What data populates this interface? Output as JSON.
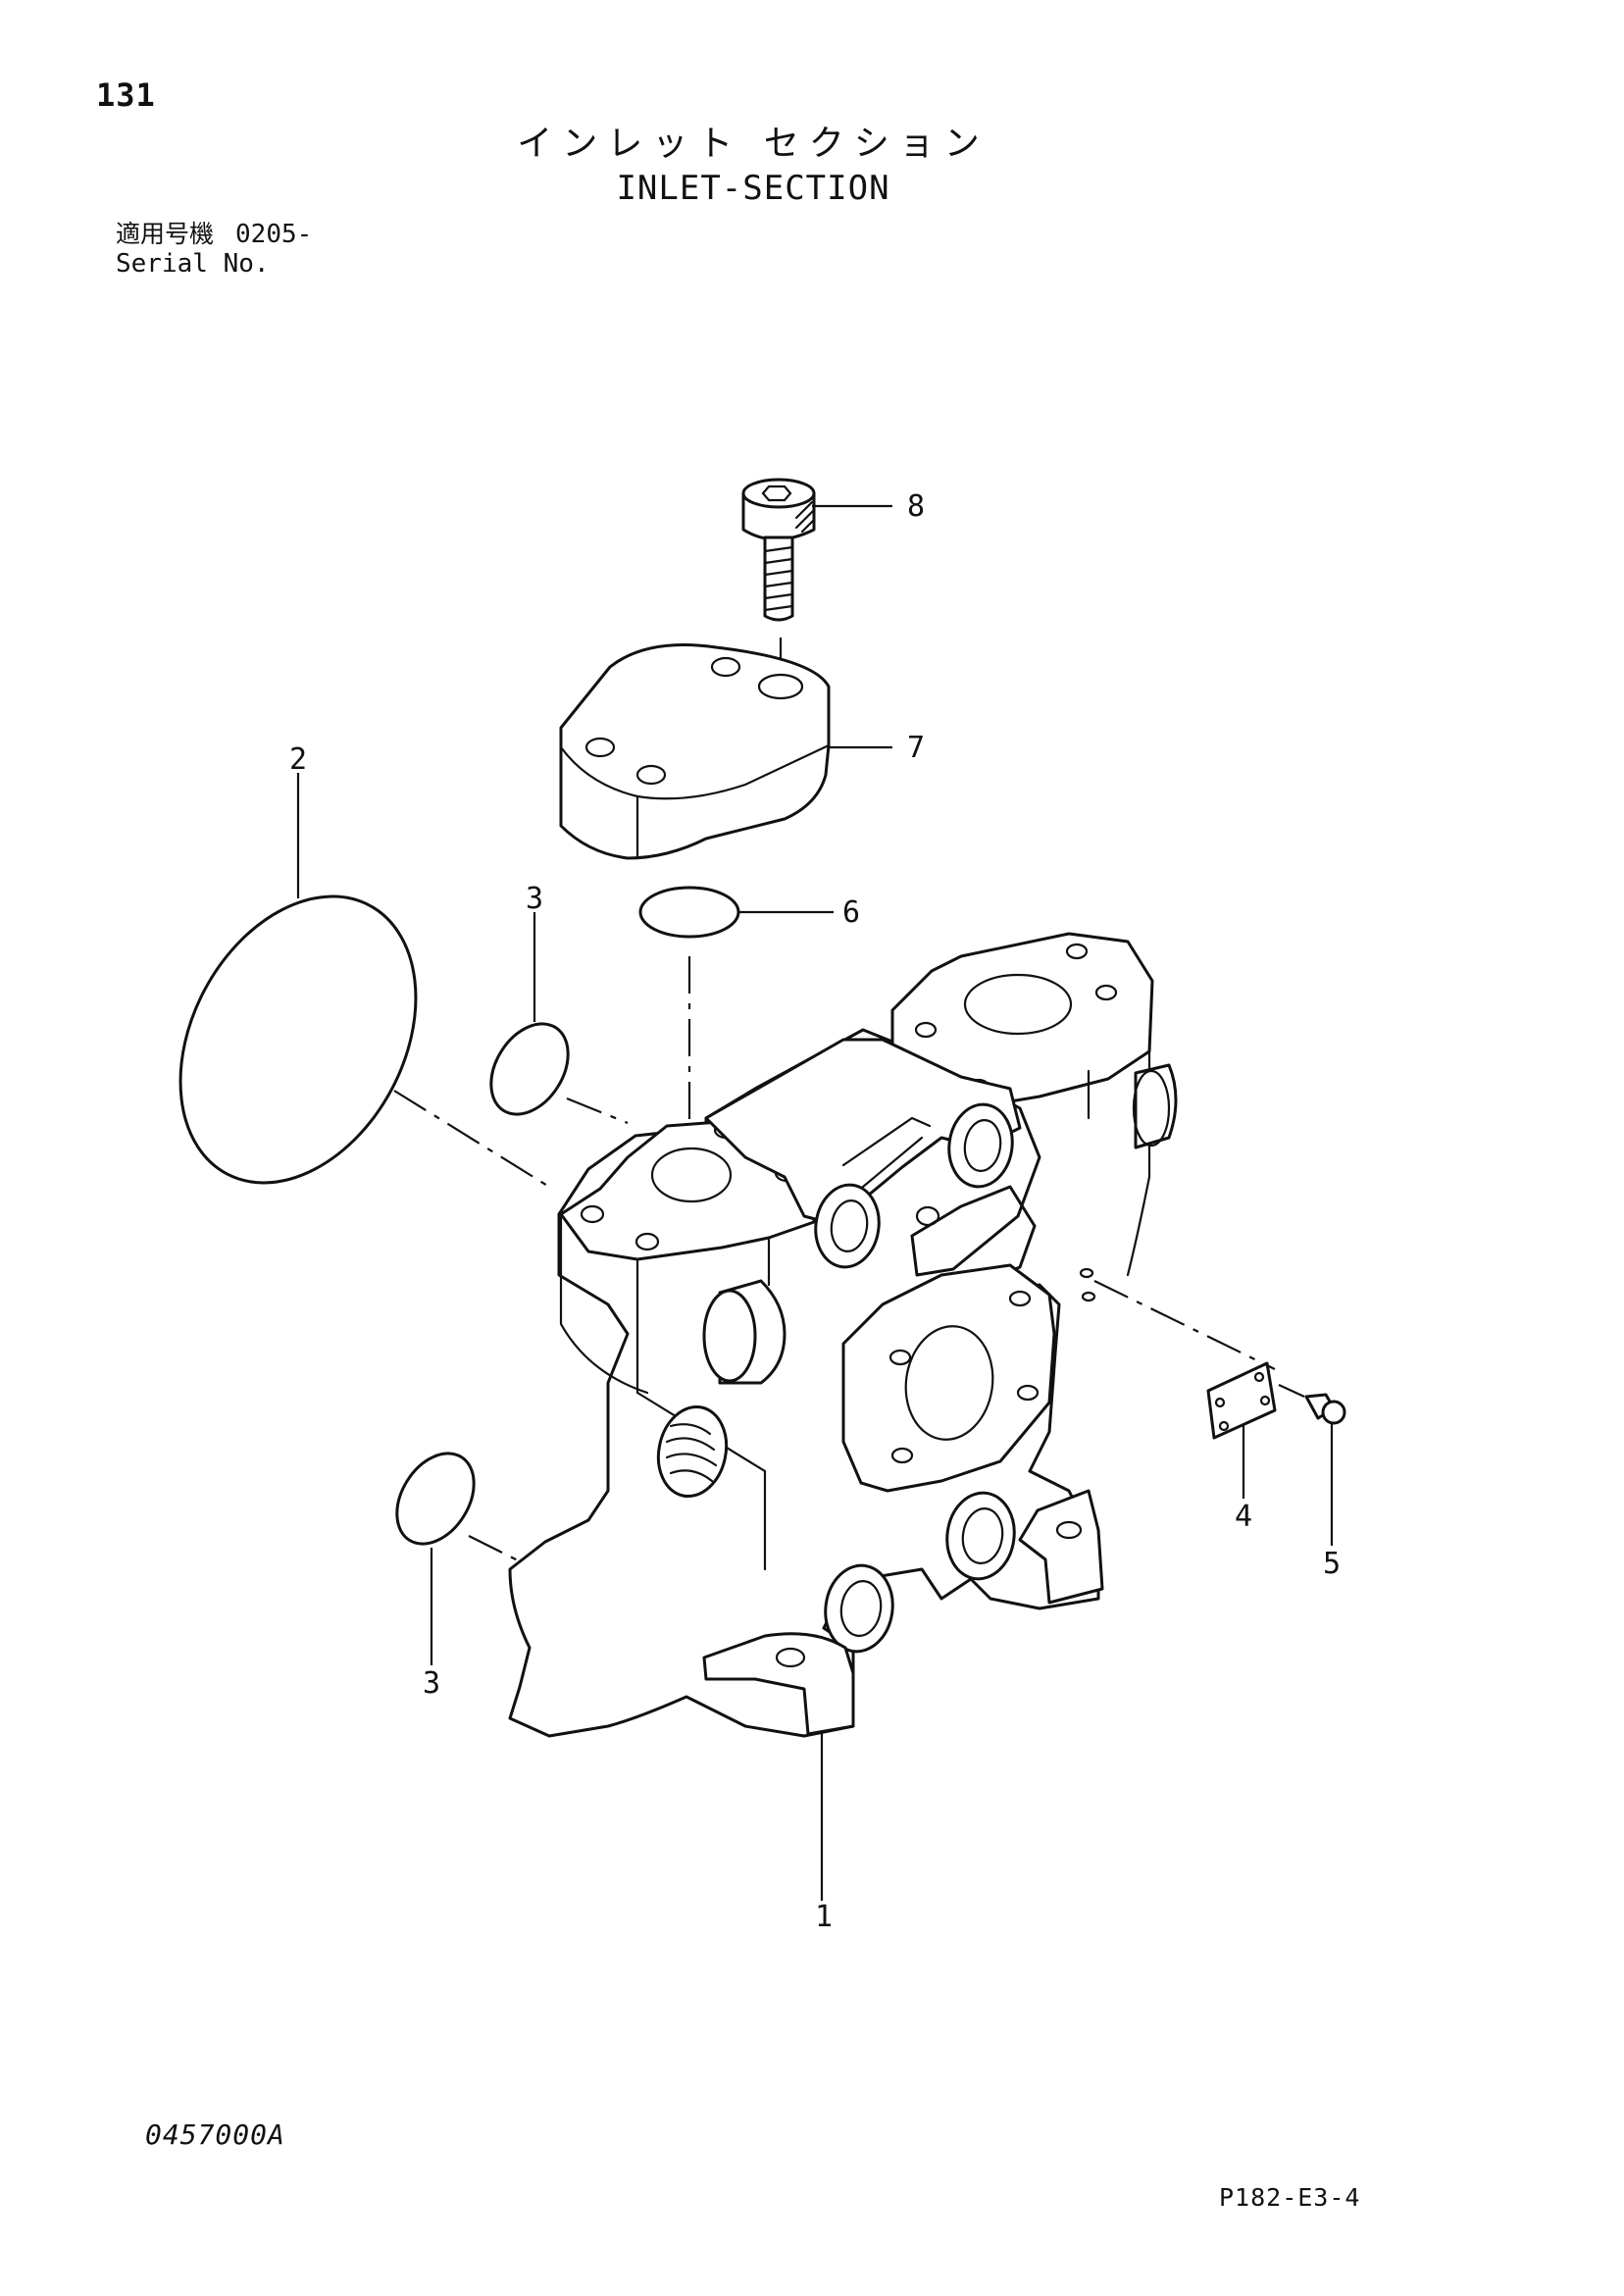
{
  "page_number": "131",
  "title": {
    "japanese": "インレット セクション",
    "english": "INLET-SECTION"
  },
  "serial": {
    "label_japanese": "適用号機",
    "range": "0205-",
    "label_english": "Serial No."
  },
  "callouts": [
    "1",
    "2",
    "3",
    "3",
    "4",
    "5",
    "6",
    "7",
    "8"
  ],
  "drawing_code": "0457000A",
  "sheet_ref": "P182-E3-4"
}
